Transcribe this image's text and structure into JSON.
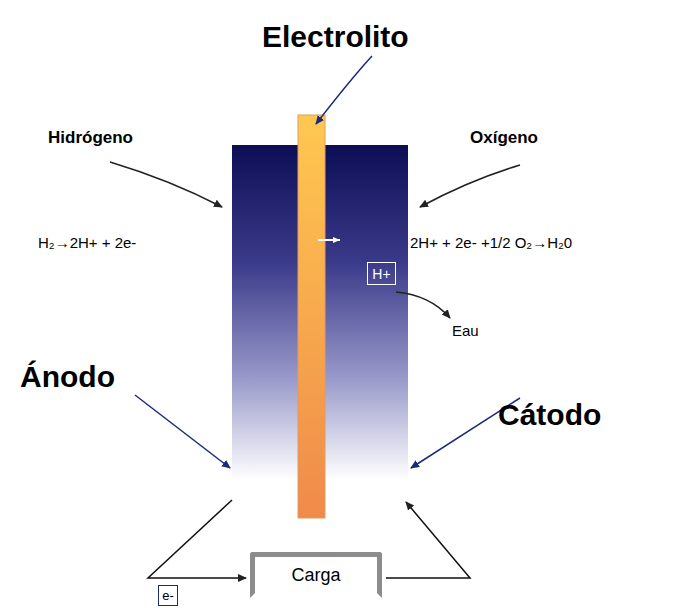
{
  "diagram": {
    "nodes": [
      {
        "text": [
          "H+"
        ]
      },
      {
        "text": [
          "Carga"
        ]
      },
      {
        "text": [
          "e-"
        ]
      }
    ],
    "labels": [
      "Electrolito",
      "Hidrógeno",
      "Oxígeno",
      "H₂→2H+ + 2e-",
      "2H+ + 2e- +1/2 O₂→H₂0",
      "Eau",
      "Ánodo",
      "Cátodo"
    ]
  }
}
